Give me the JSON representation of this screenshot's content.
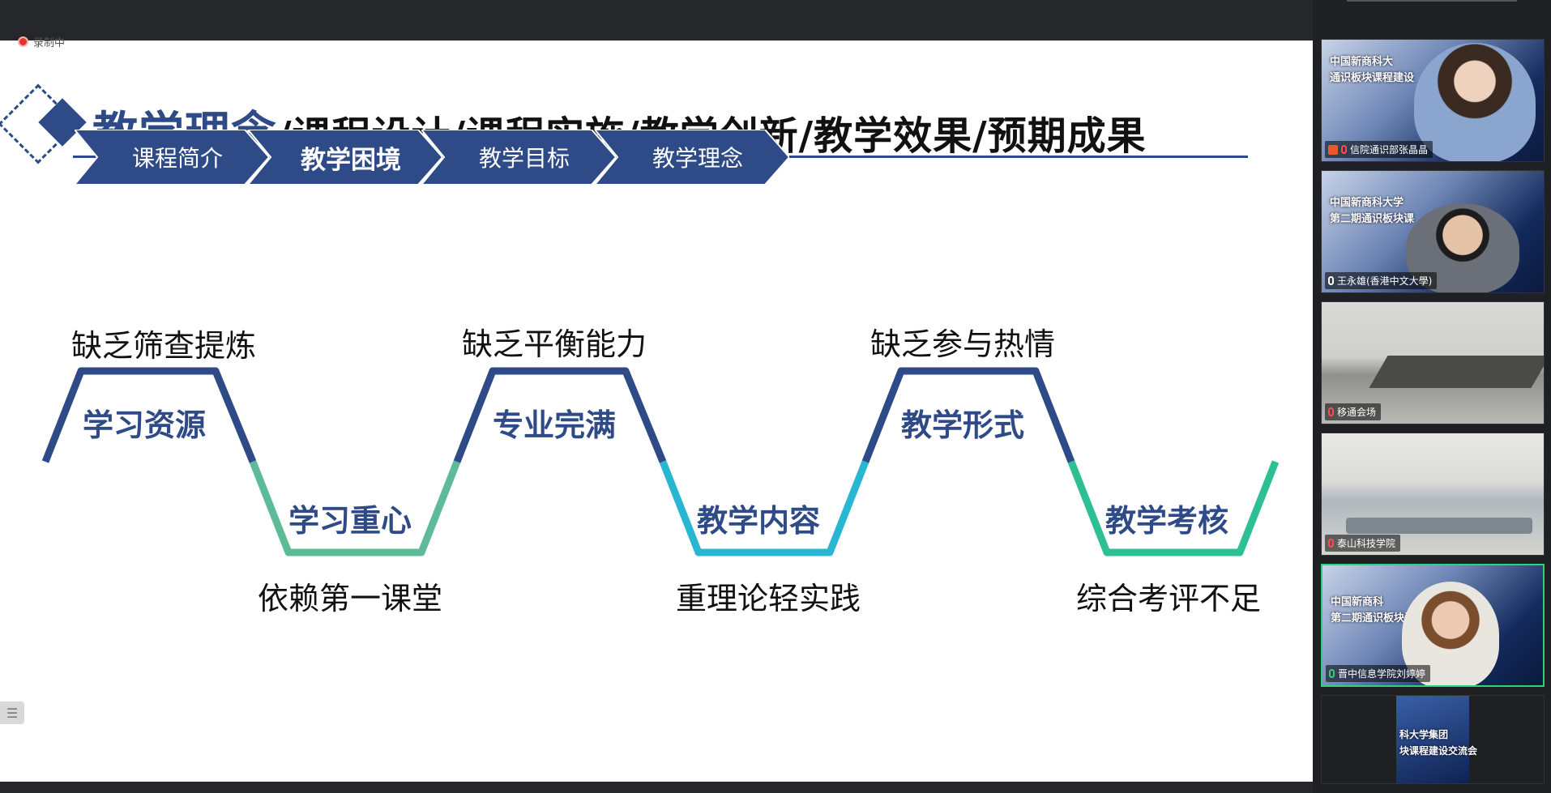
{
  "recording": {
    "label": "录制中"
  },
  "slide": {
    "title_highlight": "教学理念",
    "title_rest": "/课程设计/课程实施/教学创新/教学效果/预期成果",
    "tabs": [
      {
        "label": "课程简介",
        "active": false
      },
      {
        "label": "教学困境",
        "active": true
      },
      {
        "label": "教学目标",
        "active": false
      },
      {
        "label": "教学理念",
        "active": false
      }
    ],
    "wave": {
      "peaks": [
        {
          "top_label": "缺乏筛查提炼",
          "inner": "学习资源"
        },
        {
          "top_label": "缺乏平衡能力",
          "inner": "专业完满"
        },
        {
          "top_label": "缺乏参与热情",
          "inner": "教学形式"
        }
      ],
      "troughs": [
        {
          "inner": "学习重心",
          "bottom_label": "依赖第一课堂"
        },
        {
          "inner": "教学内容",
          "bottom_label": "重理论轻实践"
        },
        {
          "inner": "教学考核",
          "bottom_label": "综合考评不足"
        }
      ]
    },
    "colors": {
      "navy": "#2e4a87",
      "teal_green": "#5dbb98",
      "cyan": "#29b6d3",
      "emerald": "#2ebf95"
    }
  },
  "participants": [
    {
      "name": "信院通识部张晶晶",
      "slide_text": [
        "中国新商科大",
        "通识板块课程建设"
      ],
      "mic": "red",
      "host": true
    },
    {
      "name": "王永雄(香港中文大學)",
      "slide_text": [
        "中国新商科大学",
        "第二期通识板块课"
      ],
      "mic": "white",
      "host": false
    },
    {
      "name": "移通会场",
      "slide_text": [],
      "mic": "red",
      "host": false
    },
    {
      "name": "泰山科技学院",
      "slide_text": [],
      "mic": "red",
      "host": false
    },
    {
      "name": "晋中信息学院刘婷婷",
      "slide_text": [
        "中国新商科",
        "第二期通识板块课"
      ],
      "mic": "green",
      "host": false,
      "active_speaker": true
    },
    {
      "name": "",
      "slide_text": [
        "科大学集团",
        "块课程建设交流会"
      ],
      "mic": "",
      "host": false
    }
  ],
  "icons": {
    "sidebar_toggle": "list-icon"
  }
}
